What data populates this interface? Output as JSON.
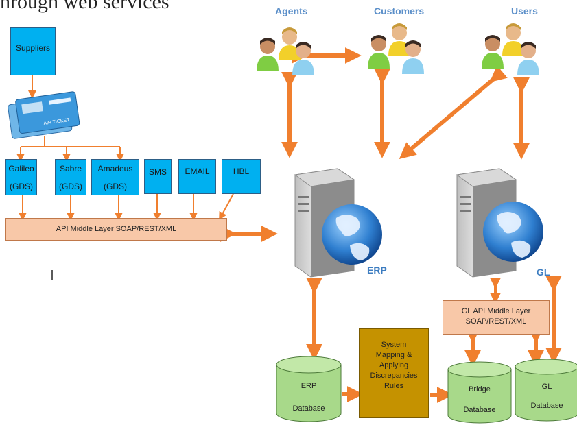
{
  "top_fragment": "hrough web services",
  "groups": {
    "agents": "Agents",
    "customers": "Customers",
    "users": "Users"
  },
  "suppliers": "Suppliers",
  "gds_boxes": [
    {
      "name": "Galileo",
      "sub": "(GDS)"
    },
    {
      "name": "Sabre",
      "sub": "(GDS)"
    },
    {
      "name": "Amadeus",
      "sub": "(GDS)"
    }
  ],
  "other_boxes": [
    "SMS",
    "EMAIL",
    "HBL"
  ],
  "api_layer": "API Middle Layer SOAP/REST/XML",
  "erp_label": "ERP",
  "gl_label": "GL",
  "gl_api_layer": {
    "line1": "GL API Middle Layer",
    "line2": "SOAP/REST/XML"
  },
  "mapping": [
    "System",
    "Mapping &",
    "Applying",
    "Discrepancies",
    "Rules"
  ],
  "databases": {
    "erp": {
      "line1": "ERP",
      "line2": "Database"
    },
    "bridge": {
      "line1": "Bridge",
      "line2": "Database"
    },
    "gl": {
      "line1": "GL",
      "line2": "Database"
    }
  },
  "colors": {
    "arrow": "#f07f2e",
    "blue_box": "#00b0f0",
    "api_bar": "#f8c8a8",
    "db": "#a8d98a",
    "mapping": "#c59200",
    "header": "#5b8fc9"
  }
}
